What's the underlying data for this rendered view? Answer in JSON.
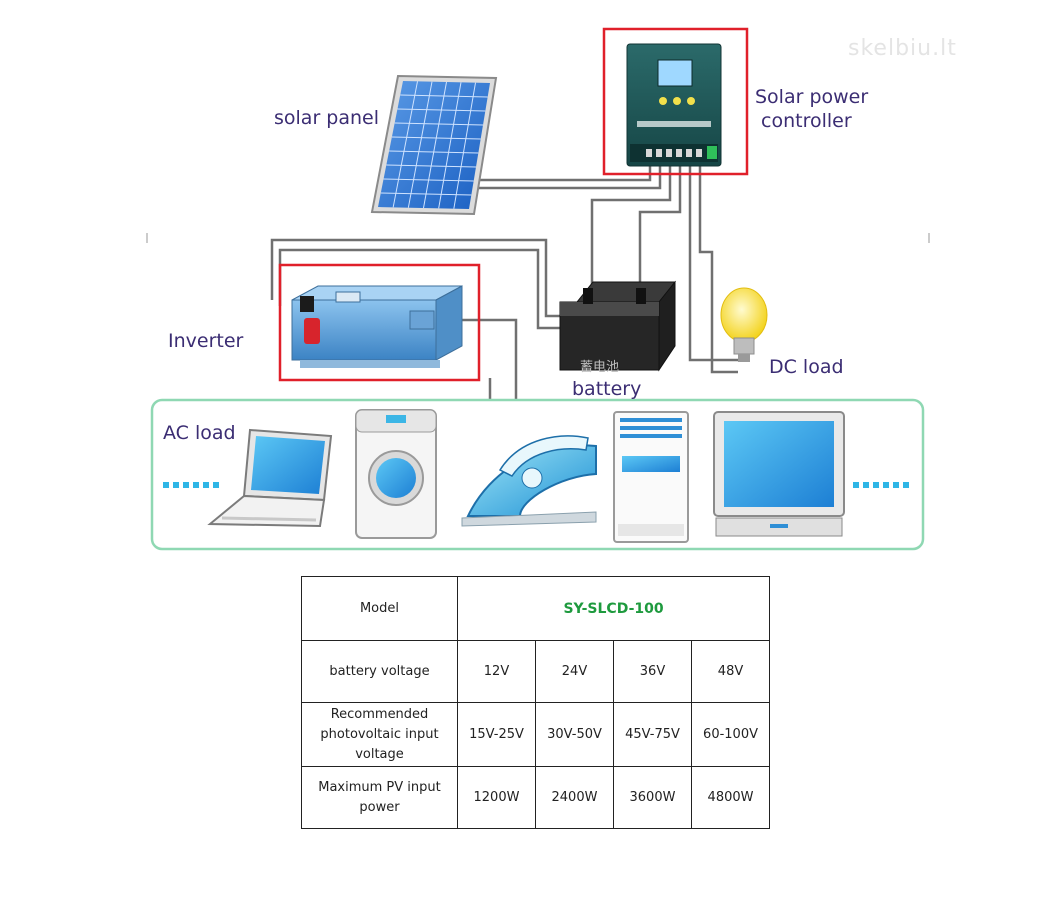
{
  "labels": {
    "solar_panel": "solar panel",
    "controller": [
      "Solar power",
      "controller"
    ],
    "inverter": "Inverter",
    "battery": "battery",
    "battery_chinese": "蓄电池",
    "dc_load": "DC load",
    "ac_load": "AC load",
    "watermark": "skelbiu.lt"
  },
  "colors": {
    "label_text": "#3b2d73",
    "highlight_box": "#e0202a",
    "ac_box_border": "#8fd8b3",
    "wire": "#707070",
    "model_text": "#1e9a3e"
  },
  "spec_table": {
    "model_label": "Model",
    "model_value": "SY-SLCD-100",
    "rows": [
      {
        "label": "battery voltage",
        "values": [
          "12V",
          "24V",
          "36V",
          "48V"
        ]
      },
      {
        "label": "Recommended photovoltaic input voltage",
        "values": [
          "15V-25V",
          "30V-50V",
          "45V-75V",
          "60-100V"
        ]
      },
      {
        "label": "Maximum PV input power",
        "values": [
          "1200W",
          "2400W",
          "3600W",
          "4800W"
        ]
      }
    ]
  }
}
